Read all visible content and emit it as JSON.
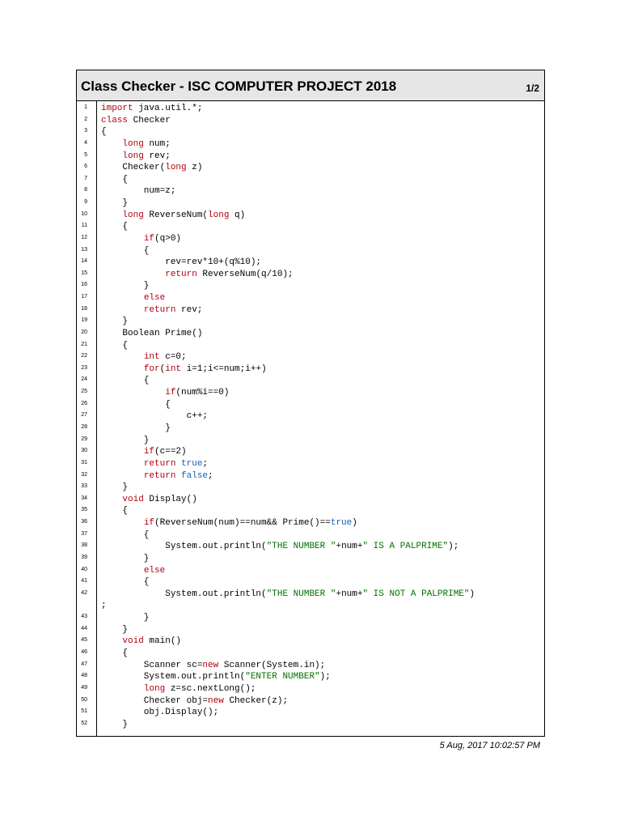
{
  "header": {
    "title": "Class Checker - ISC COMPUTER PROJECT 2018",
    "page": "1/2"
  },
  "footer": {
    "timestamp": "5 Aug, 2017 10:02:57 PM"
  },
  "colors": {
    "keyword": "#b0000f",
    "literal": "#1560b0",
    "string": "#007000",
    "header_bg": "#e6e6e6"
  },
  "code": {
    "lines": [
      {
        "n": "1",
        "text": "import java.util.*;"
      },
      {
        "n": "2",
        "text": "class Checker"
      },
      {
        "n": "3",
        "text": "{"
      },
      {
        "n": "4",
        "text": "    long num;"
      },
      {
        "n": "5",
        "text": "    long rev;"
      },
      {
        "n": "6",
        "text": "    Checker(long z)"
      },
      {
        "n": "7",
        "text": "    {"
      },
      {
        "n": "8",
        "text": "        num=z;"
      },
      {
        "n": "9",
        "text": "    }"
      },
      {
        "n": "10",
        "text": "    long ReverseNum(long q)"
      },
      {
        "n": "11",
        "text": "    {"
      },
      {
        "n": "12",
        "text": "        if(q>0)"
      },
      {
        "n": "13",
        "text": "        {"
      },
      {
        "n": "14",
        "text": "            rev=rev*10+(q%10);"
      },
      {
        "n": "15",
        "text": "            return ReverseNum(q/10);"
      },
      {
        "n": "16",
        "text": "        }"
      },
      {
        "n": "17",
        "text": "        else"
      },
      {
        "n": "18",
        "text": "        return rev;"
      },
      {
        "n": "19",
        "text": "    }"
      },
      {
        "n": "20",
        "text": "    Boolean Prime()"
      },
      {
        "n": "21",
        "text": "    {"
      },
      {
        "n": "22",
        "text": "        int c=0;"
      },
      {
        "n": "23",
        "text": "        for(int i=1;i<=num;i++)"
      },
      {
        "n": "24",
        "text": "        {"
      },
      {
        "n": "25",
        "text": "            if(num%i==0)"
      },
      {
        "n": "26",
        "text": "            {"
      },
      {
        "n": "27",
        "text": "                c++;"
      },
      {
        "n": "28",
        "text": "            }"
      },
      {
        "n": "29",
        "text": "        }"
      },
      {
        "n": "30",
        "text": "        if(c==2)"
      },
      {
        "n": "31",
        "text": "        return true;"
      },
      {
        "n": "32",
        "text": "        return false;"
      },
      {
        "n": "33",
        "text": "    }"
      },
      {
        "n": "34",
        "text": "    void Display()"
      },
      {
        "n": "35",
        "text": "    {"
      },
      {
        "n": "36",
        "text": "        if(ReverseNum(num)==num&& Prime()==true)"
      },
      {
        "n": "37",
        "text": "        {"
      },
      {
        "n": "38",
        "text": "            System.out.println(\"THE NUMBER \"+num+\" IS A PALPRIME\");"
      },
      {
        "n": "39",
        "text": "        }"
      },
      {
        "n": "40",
        "text": "        else"
      },
      {
        "n": "41",
        "text": "        {"
      },
      {
        "n": "42",
        "text": "            System.out.println(\"THE NUMBER \"+num+\" IS NOT A PALPRIME\")"
      },
      {
        "n": "",
        "text": ";"
      },
      {
        "n": "43",
        "text": "        }"
      },
      {
        "n": "44",
        "text": "    }"
      },
      {
        "n": "45",
        "text": "    void main()"
      },
      {
        "n": "46",
        "text": "    {"
      },
      {
        "n": "47",
        "text": "        Scanner sc=new Scanner(System.in);"
      },
      {
        "n": "48",
        "text": "        System.out.println(\"ENTER NUMBER\");"
      },
      {
        "n": "49",
        "text": "        long z=sc.nextLong();"
      },
      {
        "n": "50",
        "text": "        Checker obj=new Checker(z);"
      },
      {
        "n": "51",
        "text": "        obj.Display();"
      },
      {
        "n": "52",
        "text": "    }"
      }
    ]
  }
}
